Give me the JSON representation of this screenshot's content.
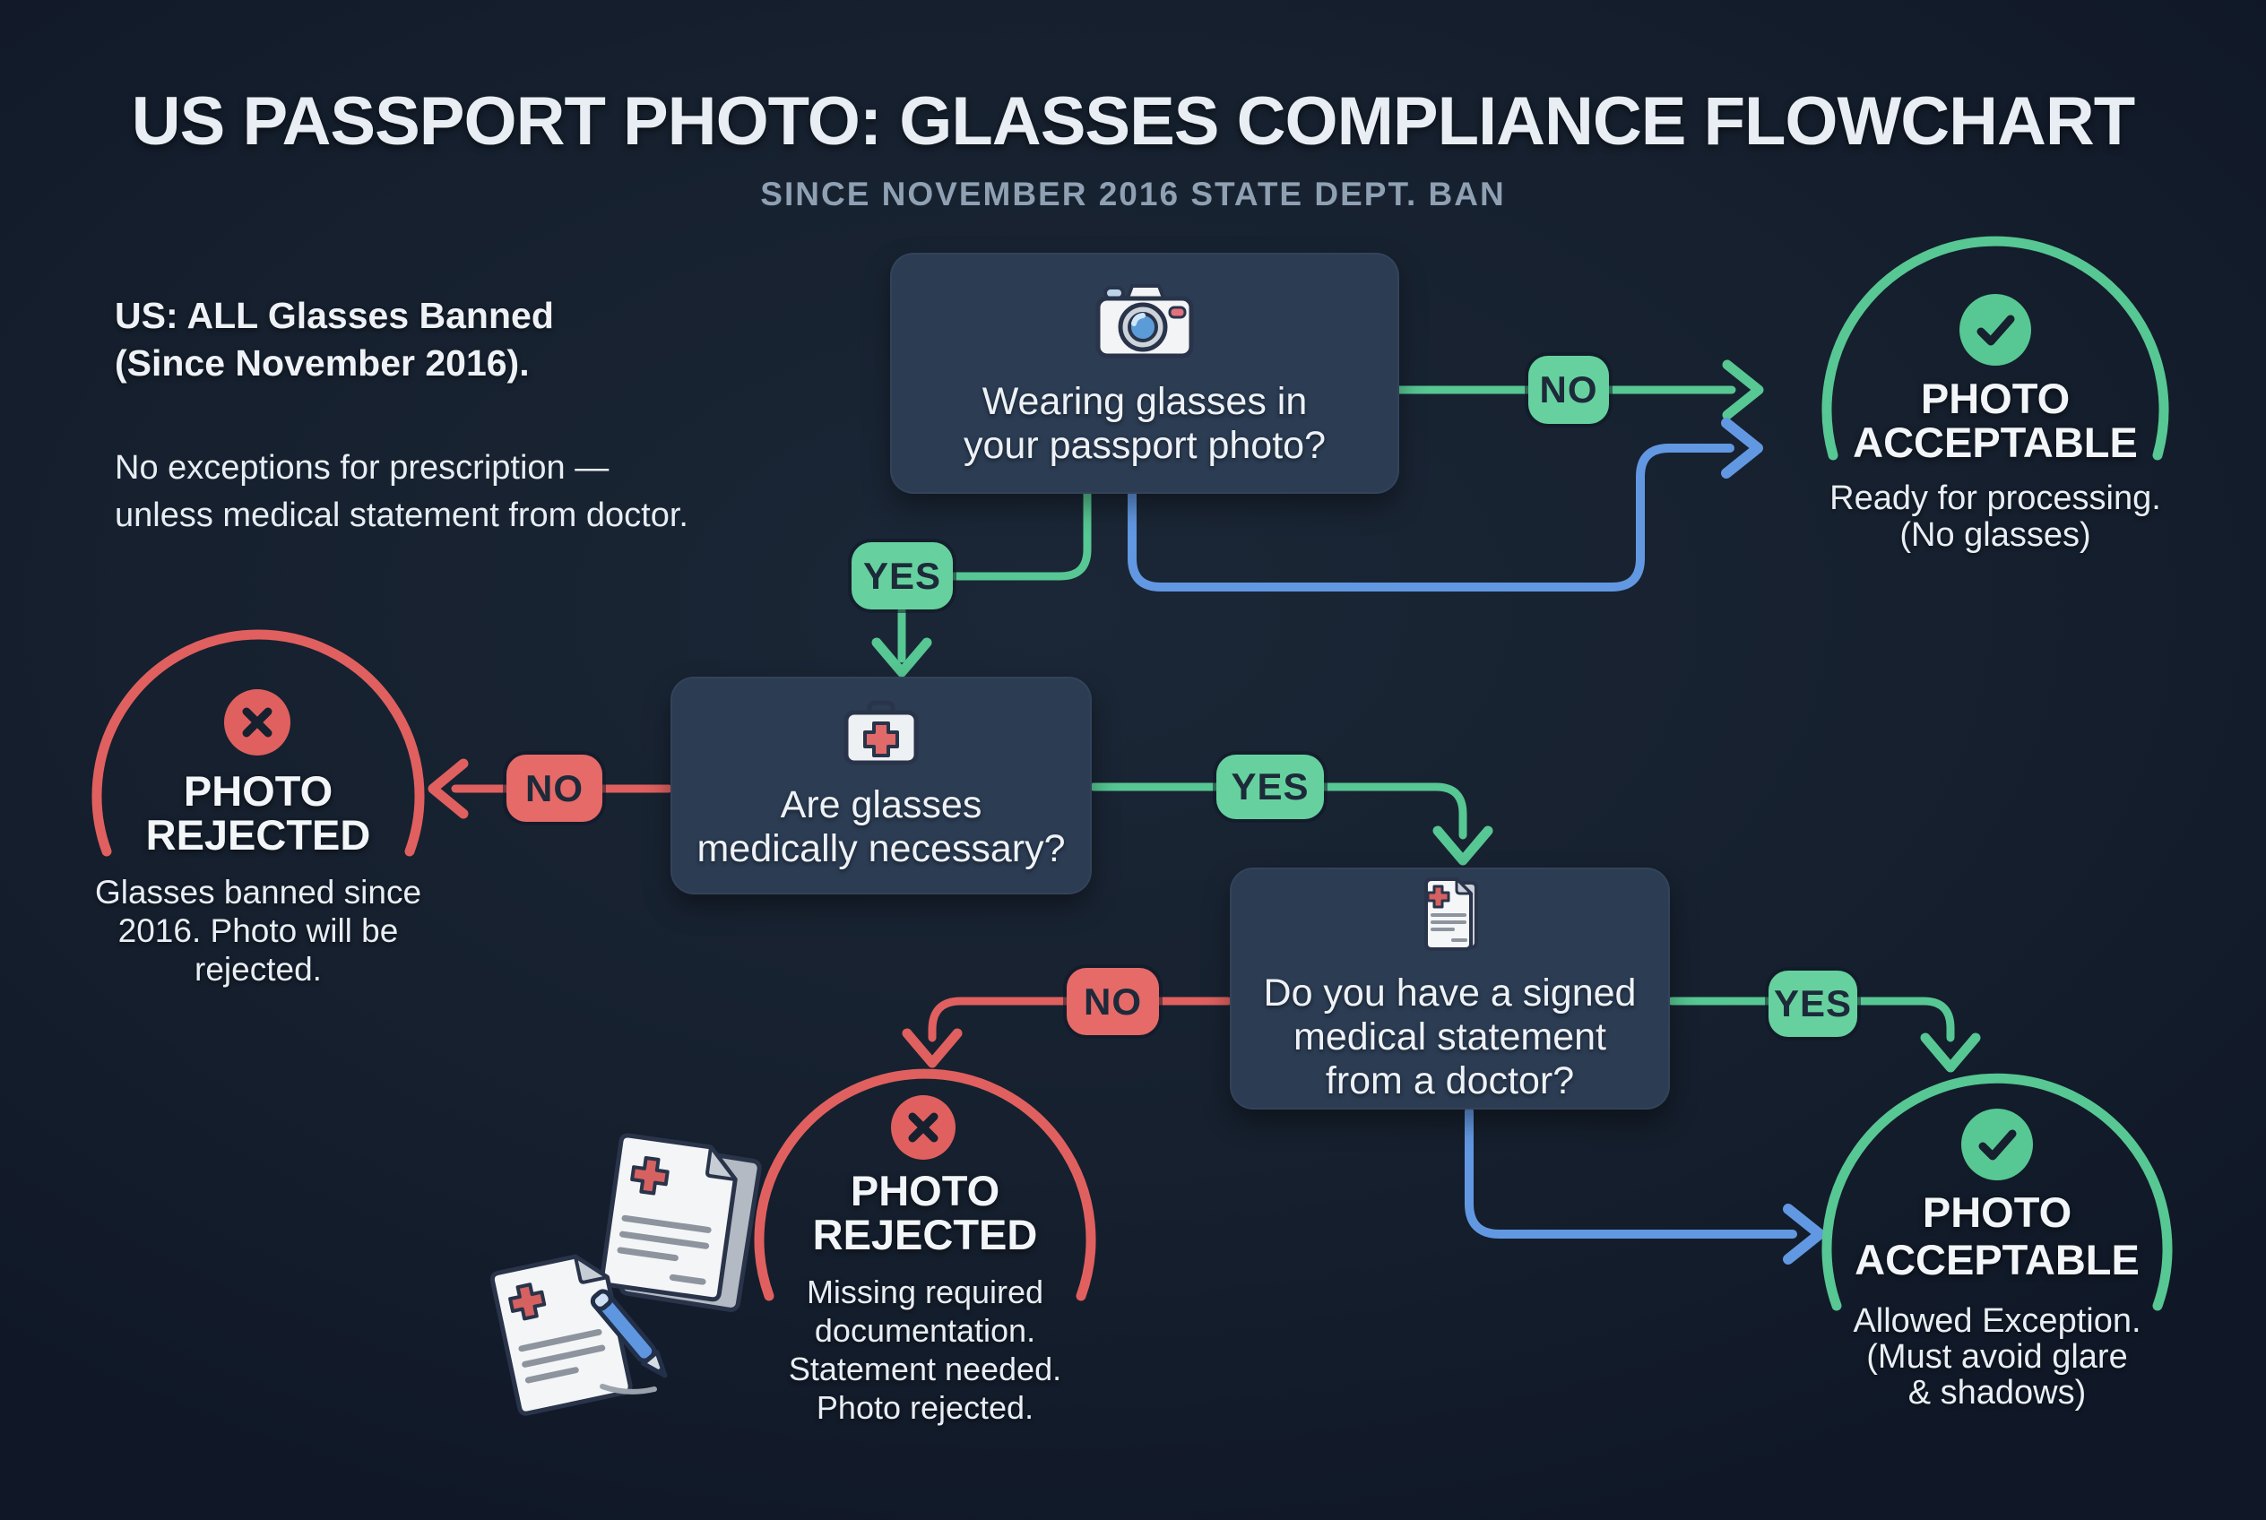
{
  "page": {
    "title": "US PASSPORT PHOTO: GLASSES COMPLIANCE FLOWCHART",
    "subtitle": "SINCE NOVEMBER 2016 STATE DEPT. BAN"
  },
  "note": {
    "bold_line1": "US: ALL Glasses Banned",
    "bold_line2": "(Since November 2016).",
    "body_line1": "No exceptions for prescription —",
    "body_line2": "unless medical statement from doctor."
  },
  "questions": {
    "q1": {
      "icon": "camera-icon",
      "line1": "Wearing glasses in",
      "line2": "your passport photo?"
    },
    "q2": {
      "icon": "first-aid-kit-icon",
      "line1": "Are glasses",
      "line2": "medically necessary?"
    },
    "q3": {
      "icon": "medical-document-icon",
      "line1": "Do you have a signed",
      "line2": "medical statement",
      "line3": "from a doctor?"
    }
  },
  "branch_labels": {
    "q1_no": "NO",
    "q1_yes": "YES",
    "q2_no": "NO",
    "q2_yes": "YES",
    "q3_no": "NO",
    "q3_yes": "YES"
  },
  "outcomes": {
    "accept_top": {
      "icon": "check-icon",
      "title1": "PHOTO",
      "title2": "ACCEPTABLE",
      "desc1": "Ready for processing.",
      "desc2": "(No glasses)"
    },
    "reject_left": {
      "icon": "x-icon",
      "title1": "PHOTO",
      "title2": "REJECTED",
      "desc1": "Glasses banned since",
      "desc2": "2016. Photo will be",
      "desc3": "rejected."
    },
    "reject_bottom": {
      "icon": "x-icon",
      "title1": "PHOTO",
      "title2": "REJECTED",
      "desc1": "Missing required",
      "desc2": "documentation.",
      "desc3": "Statement needed.",
      "desc4": "Photo rejected."
    },
    "accept_bottom": {
      "icon": "check-icon",
      "title1": "PHOTO",
      "title2": "ACCEPTABLE",
      "desc1": "Allowed Exception.",
      "desc2": "(Must avoid glare",
      "desc3": "& shadows)"
    }
  },
  "colors": {
    "background": "#141e2b",
    "node_fill": "#2b3c53",
    "green": "#57c793",
    "badge_green": "#66d19e",
    "red": "#e0605f",
    "badge_red": "#e56a68",
    "blue": "#6298e2",
    "text_primary": "#edf2f7",
    "text_muted": "#8fa0b3"
  }
}
